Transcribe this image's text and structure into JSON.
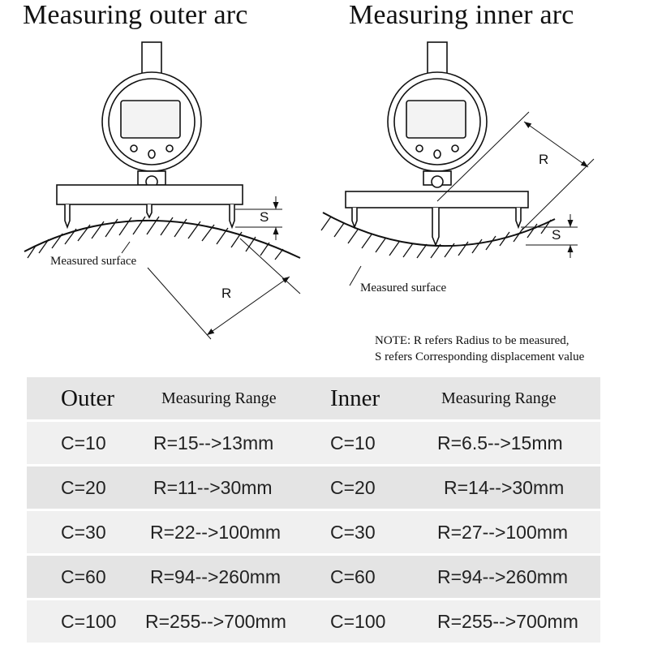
{
  "titles": {
    "outer": "Measuring outer arc",
    "inner": "Measuring inner arc"
  },
  "labels": {
    "measured_surface": "Measured surface",
    "radius_symbol": "R",
    "displacement_symbol": "S"
  },
  "note": {
    "line1": "NOTE: R refers Radius to be measured,",
    "line2": "S refers Corresponding displacement value"
  },
  "table": {
    "headers": [
      "Outer",
      "Measuring Range",
      "Inner",
      "Measuring Range"
    ],
    "rows": [
      [
        "C=10",
        "R=15-->13mm",
        "C=10",
        "R=6.5-->15mm"
      ],
      [
        "C=20",
        "R=11-->30mm",
        "C=20",
        "R=14-->30mm"
      ],
      [
        "C=30",
        "R=22-->100mm",
        "C=30",
        "R=27-->100mm"
      ],
      [
        "C=60",
        "R=94-->260mm",
        "C=60",
        "R=94-->260mm"
      ],
      [
        "C=100",
        "R=255-->700mm",
        "C=100",
        "R=255-->700mm"
      ]
    ]
  }
}
